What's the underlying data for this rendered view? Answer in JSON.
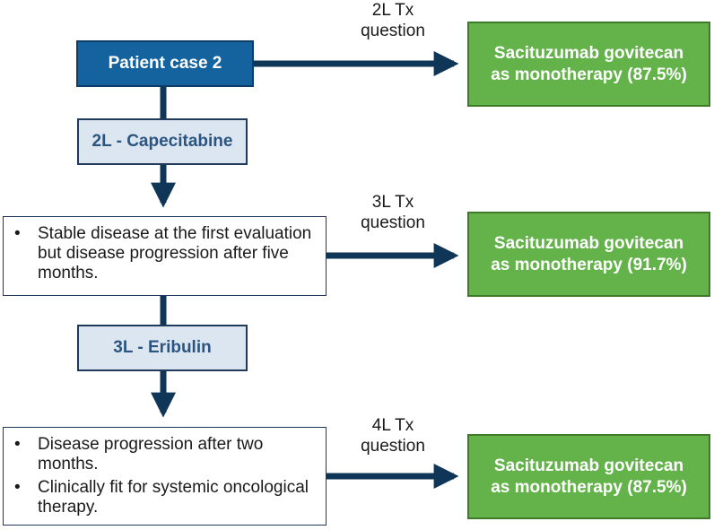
{
  "patient_case": {
    "label": "Patient case 2"
  },
  "lines": {
    "second": {
      "label": "2L - Capecitabine"
    },
    "third": {
      "label": "3L - Eribulin"
    }
  },
  "details": {
    "after_second": {
      "bullets": [
        "Stable disease at the first evaluation but disease progression after five months."
      ]
    },
    "after_third": {
      "bullets": [
        "Disease progression after two months.",
        "Clinically fit for systemic oncological therapy."
      ]
    }
  },
  "questions": {
    "q2l": {
      "line1": "2L Tx",
      "line2": "question"
    },
    "q3l": {
      "line1": "3L Tx",
      "line2": "question"
    },
    "q4l": {
      "line1": "4L Tx",
      "line2": "question"
    }
  },
  "results": {
    "r2l": {
      "line1": "Sacituzumab govitecan",
      "line2": "as monotherapy (87.5%)"
    },
    "r3l": {
      "line1": "Sacituzumab govitecan",
      "line2": "as monotherapy (91.7%)"
    },
    "r4l": {
      "line1": "Sacituzumab govitecan",
      "line2": "as monotherapy (87.5%)"
    }
  },
  "bullet_glyph": "•",
  "colors": {
    "patient_fill": "#14639f",
    "line_fill": "#dce6f1",
    "result_fill": "#63b34a",
    "arrow": "#0f3557"
  }
}
